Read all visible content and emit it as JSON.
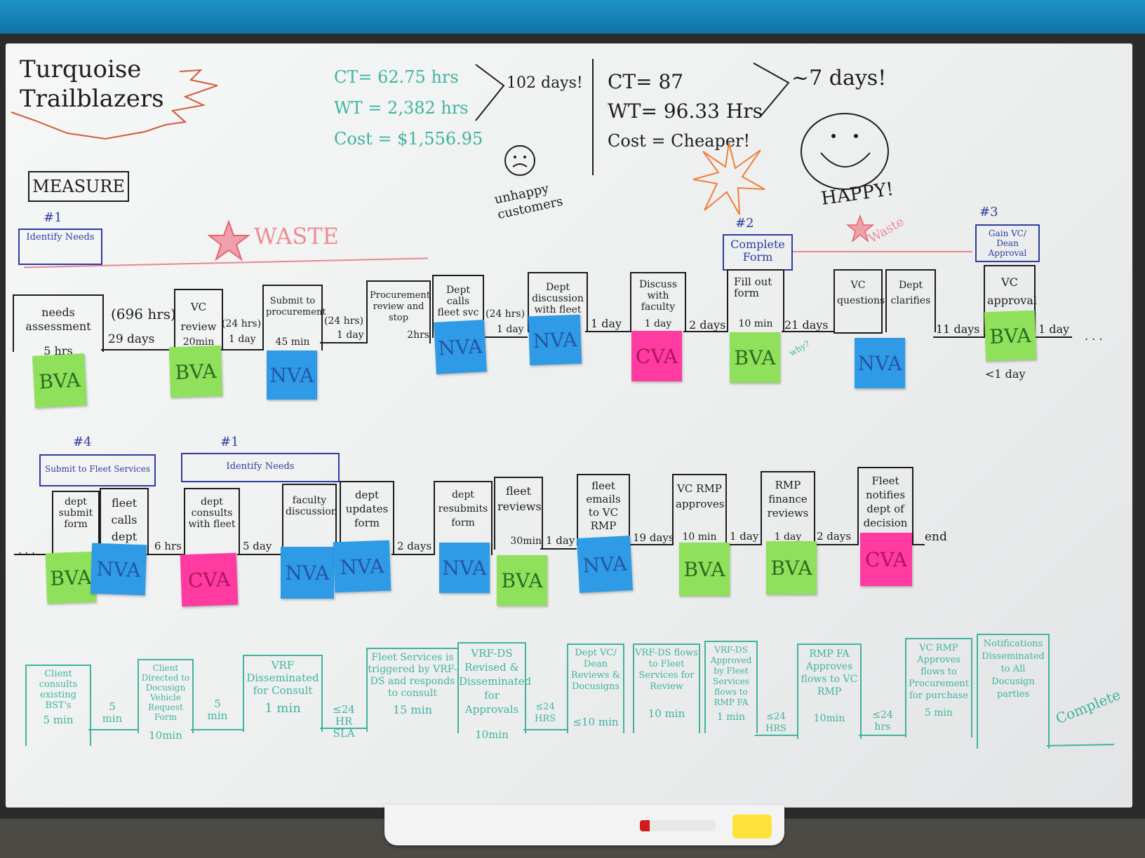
{
  "title": {
    "line1": "Turquoise",
    "line2": "Trailblazers"
  },
  "measure_label": "MEASURE",
  "current_state": {
    "ct": "CT= 62.75 hrs",
    "wt": "WT = 2,382 hrs",
    "cost": "Cost = $1,556.95",
    "total": "102 days!",
    "mood": "unhappy customers"
  },
  "future_state": {
    "ct": "CT= 87",
    "wt": "WT= 96.33 Hrs",
    "cost": "Cost = Cheaper!",
    "total": "~7 days!",
    "mood": "HAPPY!"
  },
  "waste_labels": {
    "left": "WASTE",
    "right": "Waste"
  },
  "phases": {
    "p1": {
      "num": "#1",
      "label": "Identify Needs"
    },
    "p2": {
      "num": "#2",
      "label": "Complete Form"
    },
    "p3": {
      "num": "#3",
      "label": "Gain VC/ Dean Approval"
    },
    "p4": {
      "num": "#4",
      "label": "Submit to Fleet Services"
    },
    "p1b": {
      "num": "#1",
      "label": "Identify Needs"
    }
  },
  "row1": {
    "steps": [
      {
        "label": "needs assessment",
        "time": "5 hrs"
      },
      {
        "label": "VC review",
        "time": "20min"
      },
      {
        "label": "Submit to procurement",
        "time": "45 min"
      },
      {
        "label": "Procurement review and stop",
        "time": "2hrs"
      },
      {
        "label": "Dept calls fleet svc",
        "time": ""
      },
      {
        "label": "Dept discussion with fleet",
        "time": ""
      },
      {
        "label": "Discuss with faculty",
        "time": "1 day"
      },
      {
        "label": "Fill out form",
        "time": "10 min"
      },
      {
        "label": "VC questions",
        "time": ""
      },
      {
        "label": "Dept clarifies",
        "time": ""
      },
      {
        "label": "VC approval",
        "time": ""
      }
    ],
    "waits": [
      "(696 hrs)",
      "29 days",
      "(24 hrs)",
      "1 day",
      "(24 hrs)",
      "1 day",
      "(24 hrs)",
      "1 day",
      "1 day",
      "2 days",
      "21 days",
      "11 days",
      "1 day",
      "<1 day",
      ". . ."
    ],
    "stickies": [
      "BVA",
      "BVA",
      "NVA",
      "NVA",
      "NVA",
      "CVA",
      "BVA",
      "NVA",
      "BVA"
    ],
    "note": "why?"
  },
  "row2": {
    "steps": [
      {
        "label": "dept submit form",
        "time": ""
      },
      {
        "label": "fleet calls dept",
        "time": ""
      },
      {
        "label": "dept consults with fleet",
        "time": ""
      },
      {
        "label": "faculty discussion",
        "time": ""
      },
      {
        "label": "dept updates form",
        "time": ""
      },
      {
        "label": "dept resubmits form",
        "time": ""
      },
      {
        "label": "fleet reviews",
        "time": "30min"
      },
      {
        "label": "fleet emails to VC RMP",
        "time": ""
      },
      {
        "label": "VC RMP approves",
        "time": "10 min"
      },
      {
        "label": "RMP finance reviews",
        "time": "1 day"
      },
      {
        "label": "Fleet notifies dept of decision",
        "time": ""
      }
    ],
    "waits": [
      ". . .",
      "6 hrs",
      "5 day",
      "2 days",
      "1 day",
      "19 days",
      "1 day",
      "2 days",
      "end"
    ],
    "stickies": [
      "BVA",
      "NVA",
      "CVA",
      "NVA",
      "NVA",
      "NVA",
      "BVA",
      "NVA",
      "BVA",
      "BVA",
      "CVA"
    ]
  },
  "future_flow": {
    "steps": [
      {
        "label": "Client consults existing BST's",
        "time": "5 min"
      },
      {
        "label": "Client Directed to Docusign Vehicle Request Form",
        "time": "10min"
      },
      {
        "label": "VRF Disseminated for Consult",
        "time": "1 min"
      },
      {
        "label": "Fleet Services is triggered by VRF-DS and responds to consult",
        "time": "15 min"
      },
      {
        "label": "VRF-DS Revised & Disseminated for Approvals",
        "time": "10min"
      },
      {
        "label": "Dept VC/ Dean Reviews & Docusigns",
        "time": "≤10 min"
      },
      {
        "label": "VRF-DS flows to Fleet Services for Review",
        "time": "10 min"
      },
      {
        "label": "VRF-DS Approved by Fleet Services flows to RMP FA",
        "time": "1 min"
      },
      {
        "label": "RMP FA Approves flows to VC RMP",
        "time": "10min"
      },
      {
        "label": "VC RMP Approves flows to Procurement for purchase",
        "time": "5 min"
      },
      {
        "label": "Notifications Disseminated to All Docusign parties",
        "time": ""
      }
    ],
    "waits": [
      "5 min",
      "5 min",
      "≤24 HR SLA",
      "≤24 HRS",
      "≤24 HRS",
      "≤24 hrs"
    ],
    "complete": "Complete"
  }
}
